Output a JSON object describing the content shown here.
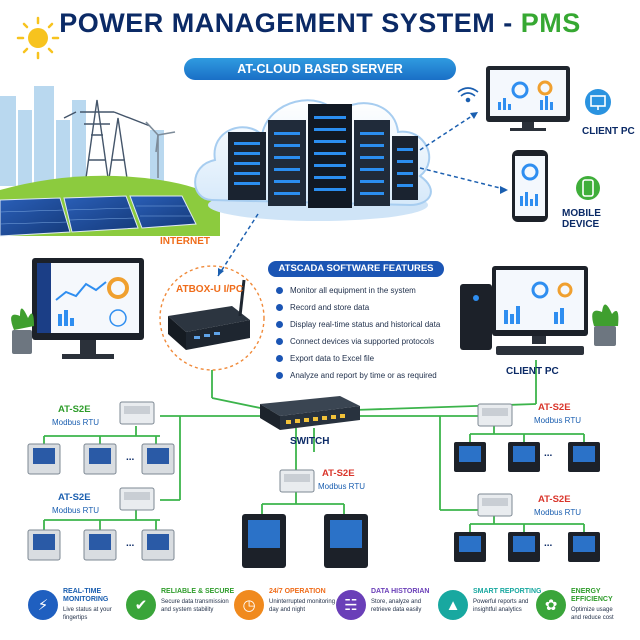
{
  "title": {
    "main": "POWER MANAGEMENT SYSTEM - ",
    "accent": "PMS"
  },
  "ribbon": "AT-CLOUD BASED SERVER",
  "labels": {
    "internet": "INTERNET",
    "client_pc_top": "CLIENT PC",
    "mobile_device": "MOBILE DEVICE",
    "atbox": "ATBOX-U I/PC",
    "client_pc_mid": "CLIENT PC",
    "switch": "SWITCH"
  },
  "features": {
    "title": "ATSCADA SOFTWARE FEATURES",
    "items": [
      "Monitor all equipment in the system",
      "Record and store data",
      "Display real-time status and historical data",
      "Connect devices via supported protocols",
      "Export data to Excel file",
      "Analyze and report by time or as required"
    ]
  },
  "groups": {
    "g1": {
      "name": "AT-S2E",
      "proto": "Modbus RTU",
      "dots": "..."
    },
    "g2": {
      "name": "AT-S2E",
      "proto": "Modbus RTU",
      "dots": "..."
    },
    "g3": {
      "name": "AT-S2E",
      "proto": "Modbus RTU"
    },
    "g4": {
      "name": "AT-S2E",
      "proto": "Modbus RTU",
      "dots": "..."
    },
    "g5": {
      "name": "AT-S2E",
      "proto": "Modbus RTU",
      "dots": "..."
    }
  },
  "benefits": [
    {
      "title": "REAL-TIME\nMONITORING",
      "desc": "Live status at your\nfingertips"
    },
    {
      "title": "RELIABLE & SECURE",
      "desc": "Secure data transmission\nand system stability"
    },
    {
      "title": "24/7 OPERATION",
      "desc": "Uninterrupted monitoring\nday and night"
    },
    {
      "title": "DATA HISTORIAN",
      "desc": "Store, analyze and\nretrieve data easily"
    },
    {
      "title": "SMART REPORTING",
      "desc": "Powerful reports and\ninsightful analytics"
    },
    {
      "title": "ENERGY EFFICIENCY",
      "desc": "Optimize usage\nand reduce cost"
    }
  ],
  "colors": {
    "navy": "#0b2a66",
    "accent_green": "#36a832",
    "ribbon_blue": "#1a6fc6",
    "link_green": "#3cb44b",
    "orange": "#ef6c1a",
    "red": "#d9352b"
  },
  "icons": [
    "sun-icon",
    "wifi-icon",
    "monitor-icon",
    "phone-icon",
    "bolt-icon",
    "shield-icon",
    "clock-icon",
    "database-icon",
    "chart-icon",
    "leaf-icon"
  ]
}
